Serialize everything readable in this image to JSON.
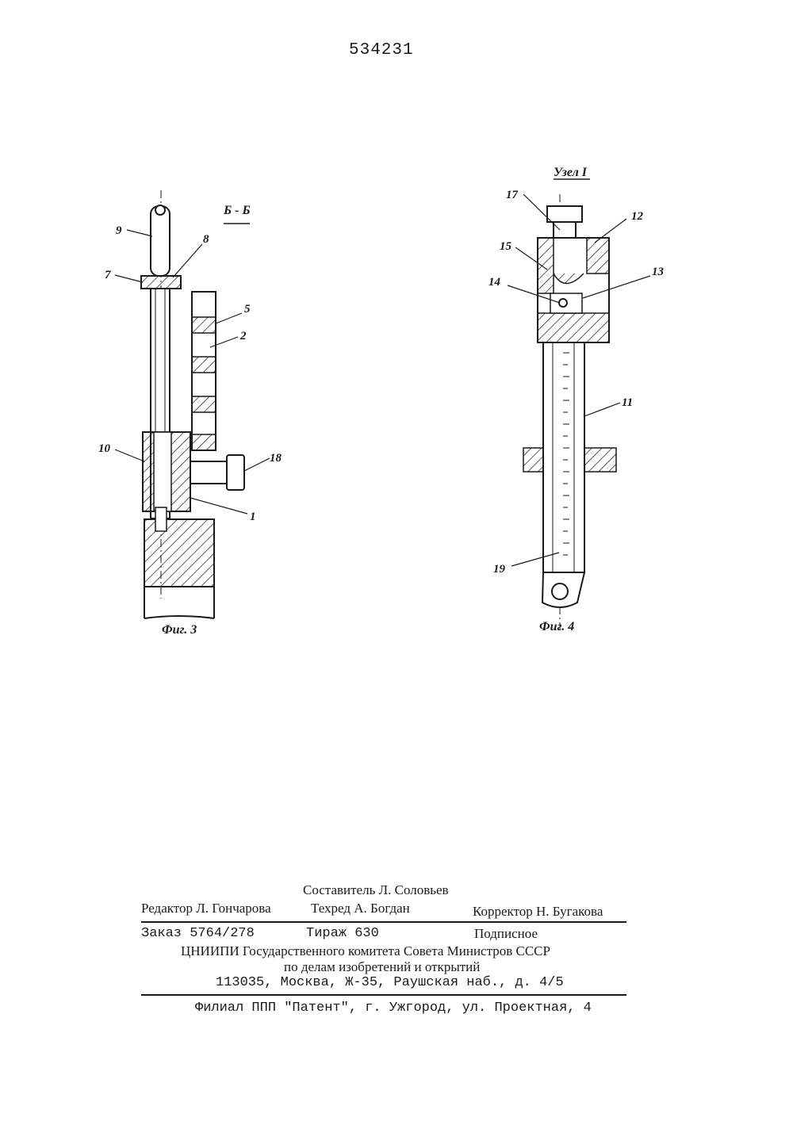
{
  "page": {
    "number": "534231"
  },
  "figure3": {
    "section": "Б - Б",
    "caption": "Фиг. 3",
    "labels": [
      "9",
      "8",
      "7",
      "5",
      "2",
      "10",
      "18",
      "1"
    ]
  },
  "figure4": {
    "node": "Узел I",
    "caption": "Фиг. 4",
    "labels": [
      "17",
      "12",
      "15",
      "13",
      "14",
      "11",
      "19"
    ]
  },
  "footer": {
    "compiler": "Составитель Л. Соловьев",
    "editor": "Редактор Л. Гончарова",
    "techred": "Техред А. Богдан",
    "corrector": "Корректор Н. Бугакова",
    "order": "Заказ 5764/278",
    "circulation": "Тираж 630",
    "subscription": "Подписное",
    "org_line1": "ЦНИИПИ Государственного комитета Совета Министров СССР",
    "org_line2": "по делам изобретений и открытий",
    "address": "113035, Москва, Ж-35, Раушская наб., д. 4/5",
    "branch": "Филиал ППП \"Патент\", г. Ужгород, ул. Проектная, 4"
  }
}
